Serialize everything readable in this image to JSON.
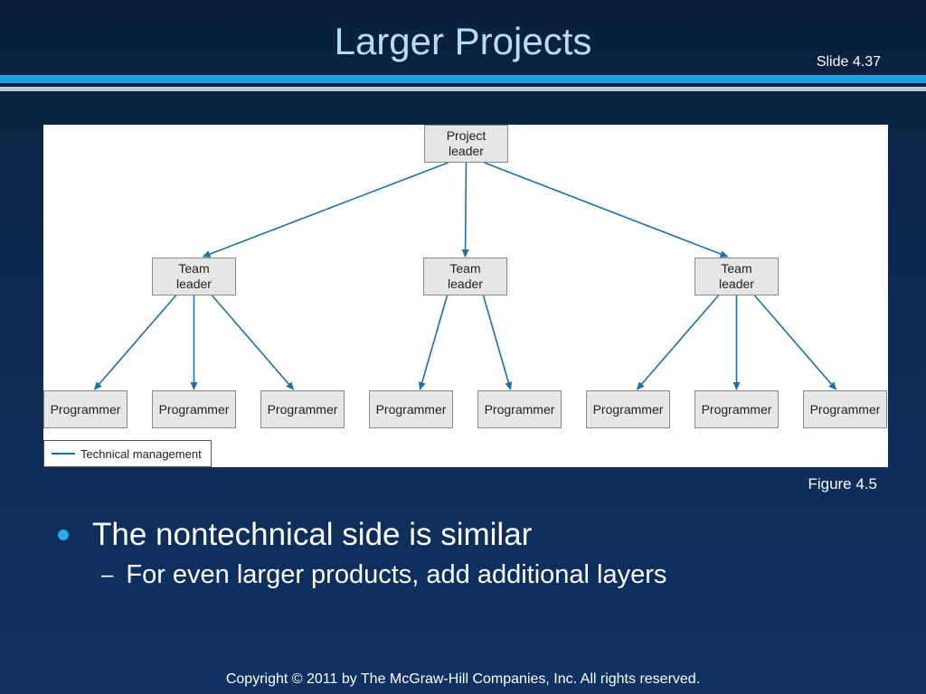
{
  "slide": {
    "title": "Larger Projects",
    "slide_number": "Slide 4.37",
    "figure_label": "Figure 4.5",
    "bullets": [
      "The nontechnical side is similar",
      "For even larger products, add additional layers"
    ],
    "footer": "Copyright © 2011 by The McGraw-Hill Companies, Inc.  All rights reserved."
  },
  "diagram": {
    "colors": {
      "edge": "#1d6fa8",
      "node_fill": "#e6e6e6",
      "node_border": "#8a8a8a"
    },
    "nodes": {
      "project_leader": "Project\nleader",
      "team_leaders": [
        "Team\nleader",
        "Team\nleader",
        "Team\nleader"
      ],
      "programmers": [
        "Programmer",
        "Programmer",
        "Programmer",
        "Programmer",
        "Programmer",
        "Programmer",
        "Programmer",
        "Programmer"
      ]
    },
    "edges": [
      [
        "project_leader",
        "team_leader_1"
      ],
      [
        "project_leader",
        "team_leader_2"
      ],
      [
        "project_leader",
        "team_leader_3"
      ],
      [
        "team_leader_1",
        "programmer_1"
      ],
      [
        "team_leader_1",
        "programmer_2"
      ],
      [
        "team_leader_1",
        "programmer_3"
      ],
      [
        "team_leader_2",
        "programmer_4"
      ],
      [
        "team_leader_2",
        "programmer_5"
      ],
      [
        "team_leader_3",
        "programmer_6"
      ],
      [
        "team_leader_3",
        "programmer_7"
      ],
      [
        "team_leader_3",
        "programmer_8"
      ]
    ],
    "legend": "Technical management"
  }
}
